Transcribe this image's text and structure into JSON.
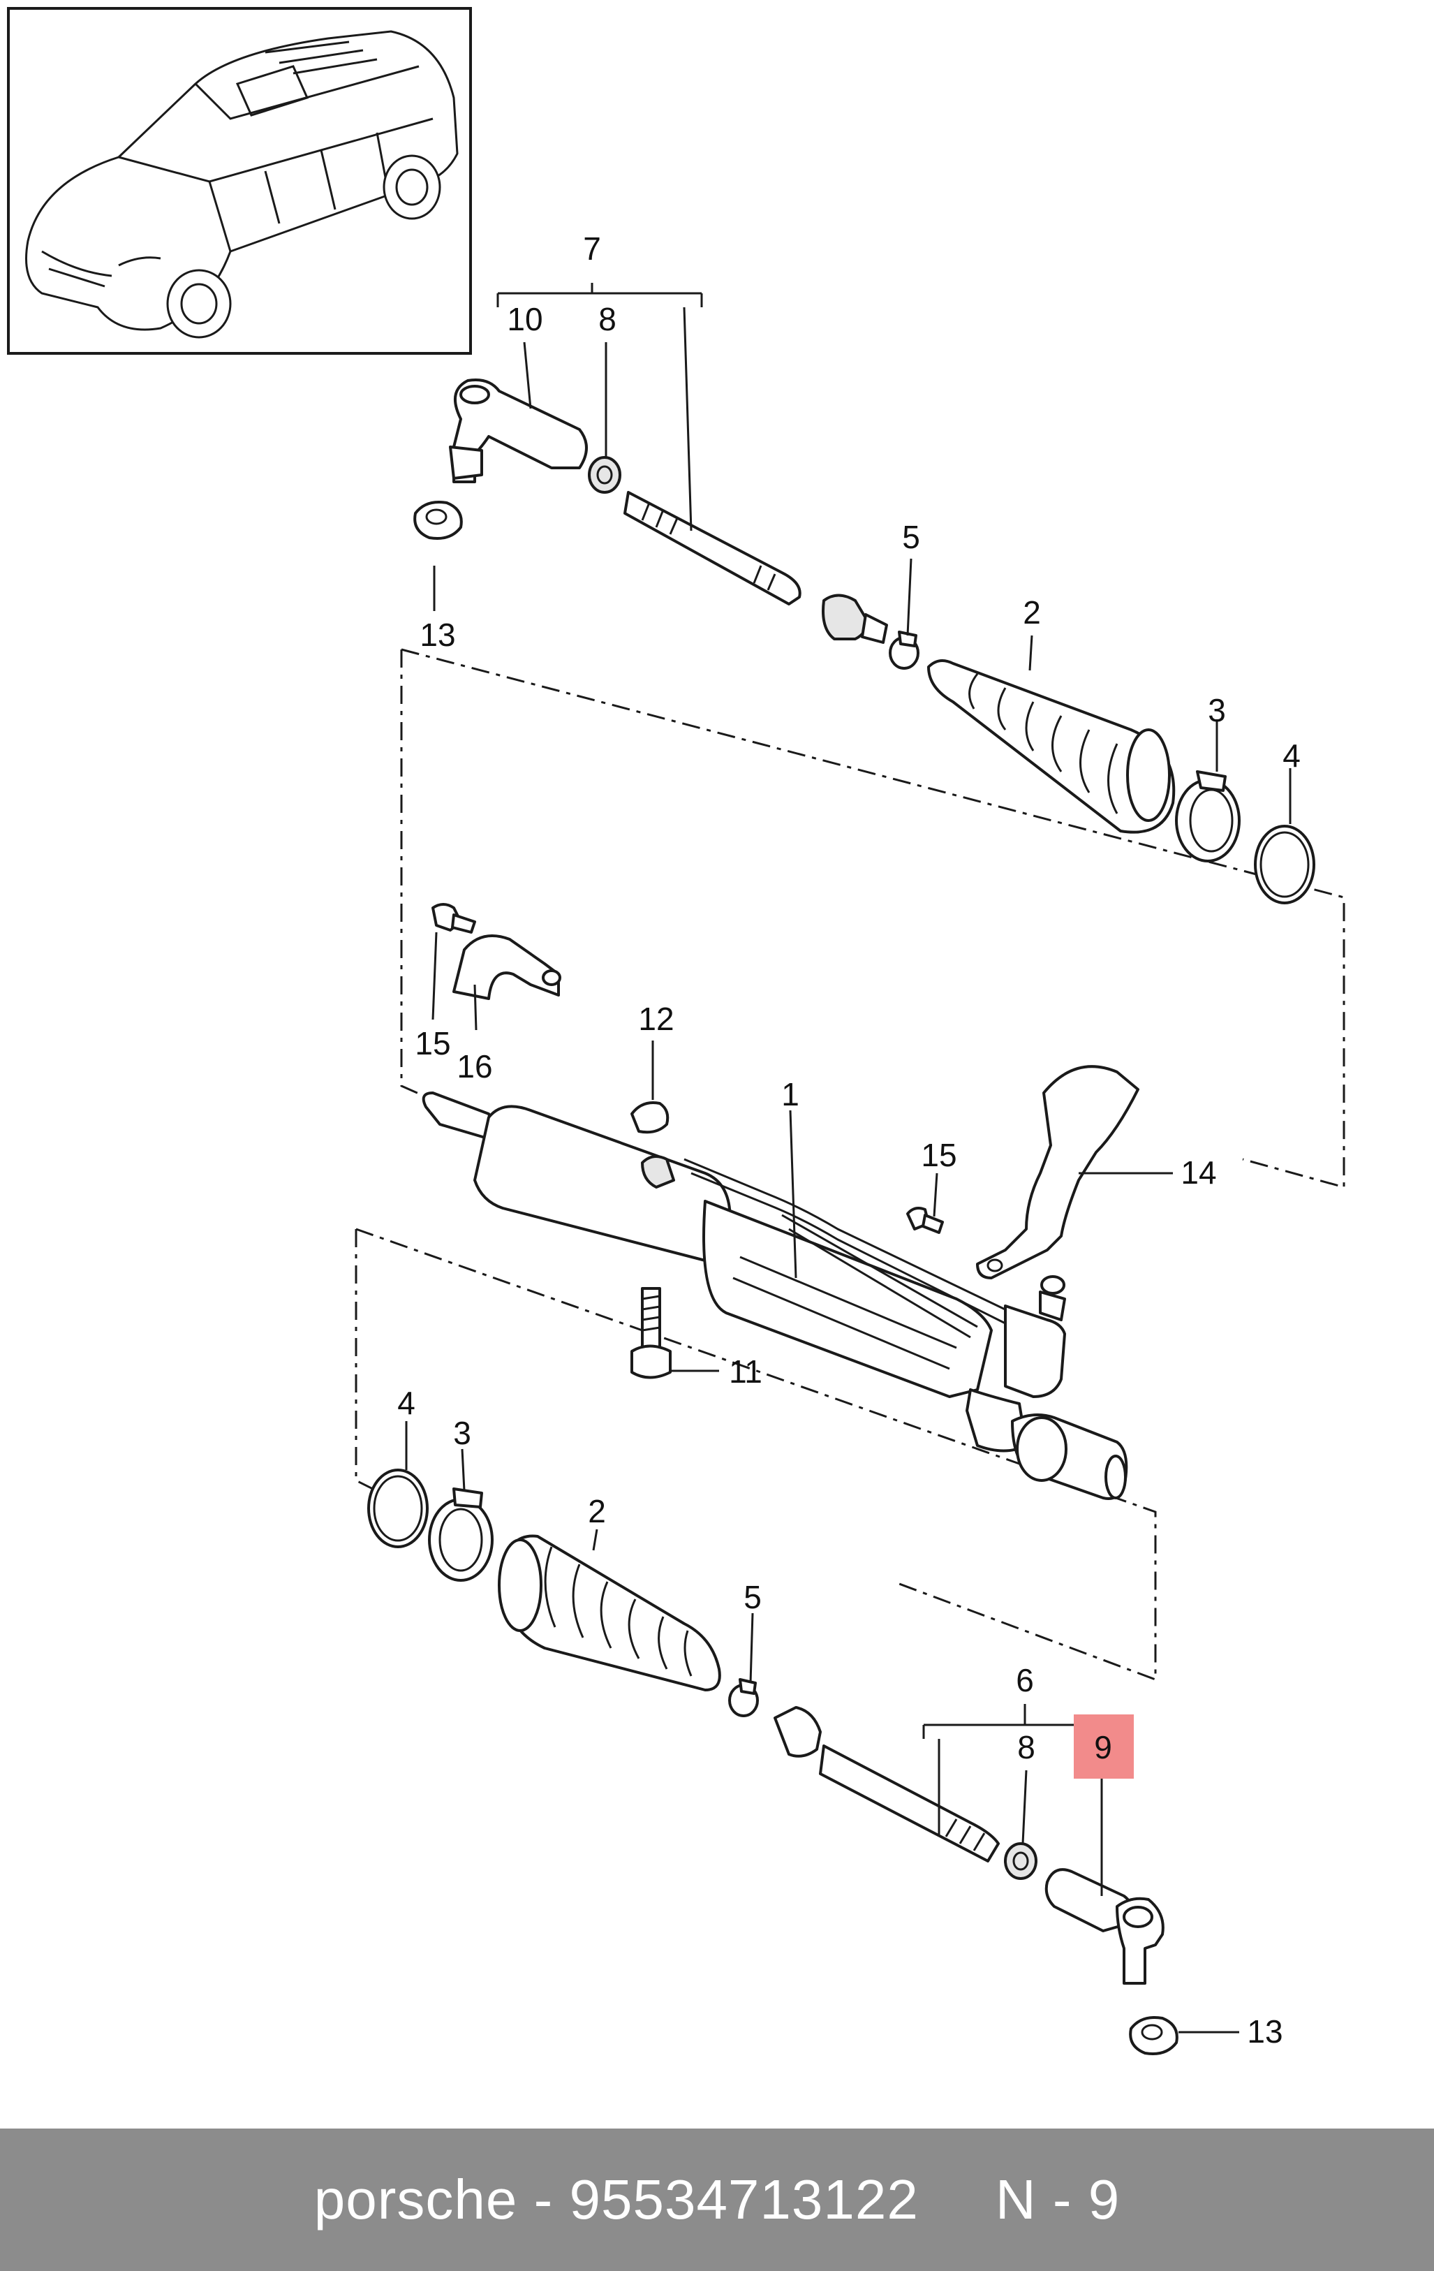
{
  "footer": {
    "brand": "porsche",
    "separator": "-",
    "part_number": "95534713122",
    "ref": "N - 9"
  },
  "callouts": {
    "c1": "1",
    "c2_top": "2",
    "c2_bottom": "2",
    "c3_top": "3",
    "c3_bottom": "3",
    "c4_top": "4",
    "c4_bottom": "4",
    "c5_top": "5",
    "c5_bottom": "5",
    "c6": "6",
    "c7": "7",
    "c8_top": "8",
    "c8_bottom": "8",
    "c9": "9",
    "c10": "10",
    "c11": "11",
    "c12": "12",
    "c13_top": "13",
    "c13_bottom": "13",
    "c14": "14",
    "c15_left": "15",
    "c15_right": "15",
    "c16": "16"
  },
  "highlight": {
    "color": "#f28b8b",
    "callout": "9"
  },
  "colors": {
    "footer_bg": "#8c8c8c",
    "footer_text": "#ffffff",
    "line": "#1a1a1a"
  }
}
